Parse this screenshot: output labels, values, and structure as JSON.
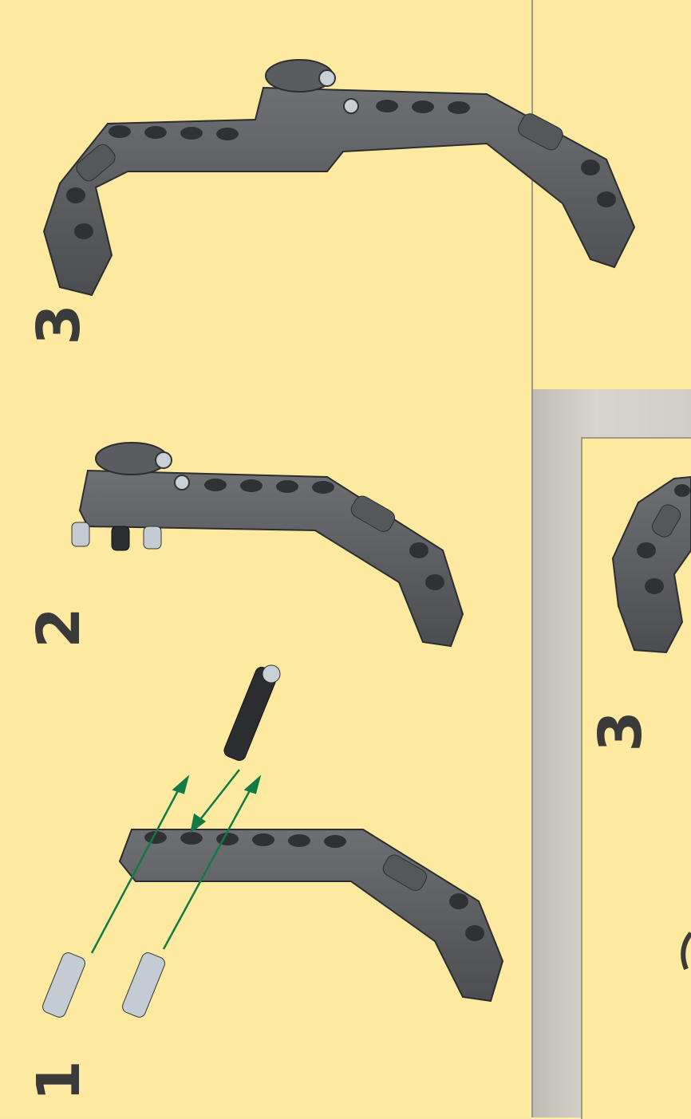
{
  "steps": [
    {
      "number": "3"
    },
    {
      "number": "2"
    },
    {
      "number": "1"
    }
  ],
  "inset": {
    "step_number": "3"
  },
  "colors": {
    "background": "#fde99f",
    "beam": "#5e6064",
    "beam_dark": "#3f4145",
    "arrow": "#127a45",
    "pin_light": "#c4ccd3",
    "pin_dark": "#2b2d31",
    "frame": "#c7c4bd"
  }
}
